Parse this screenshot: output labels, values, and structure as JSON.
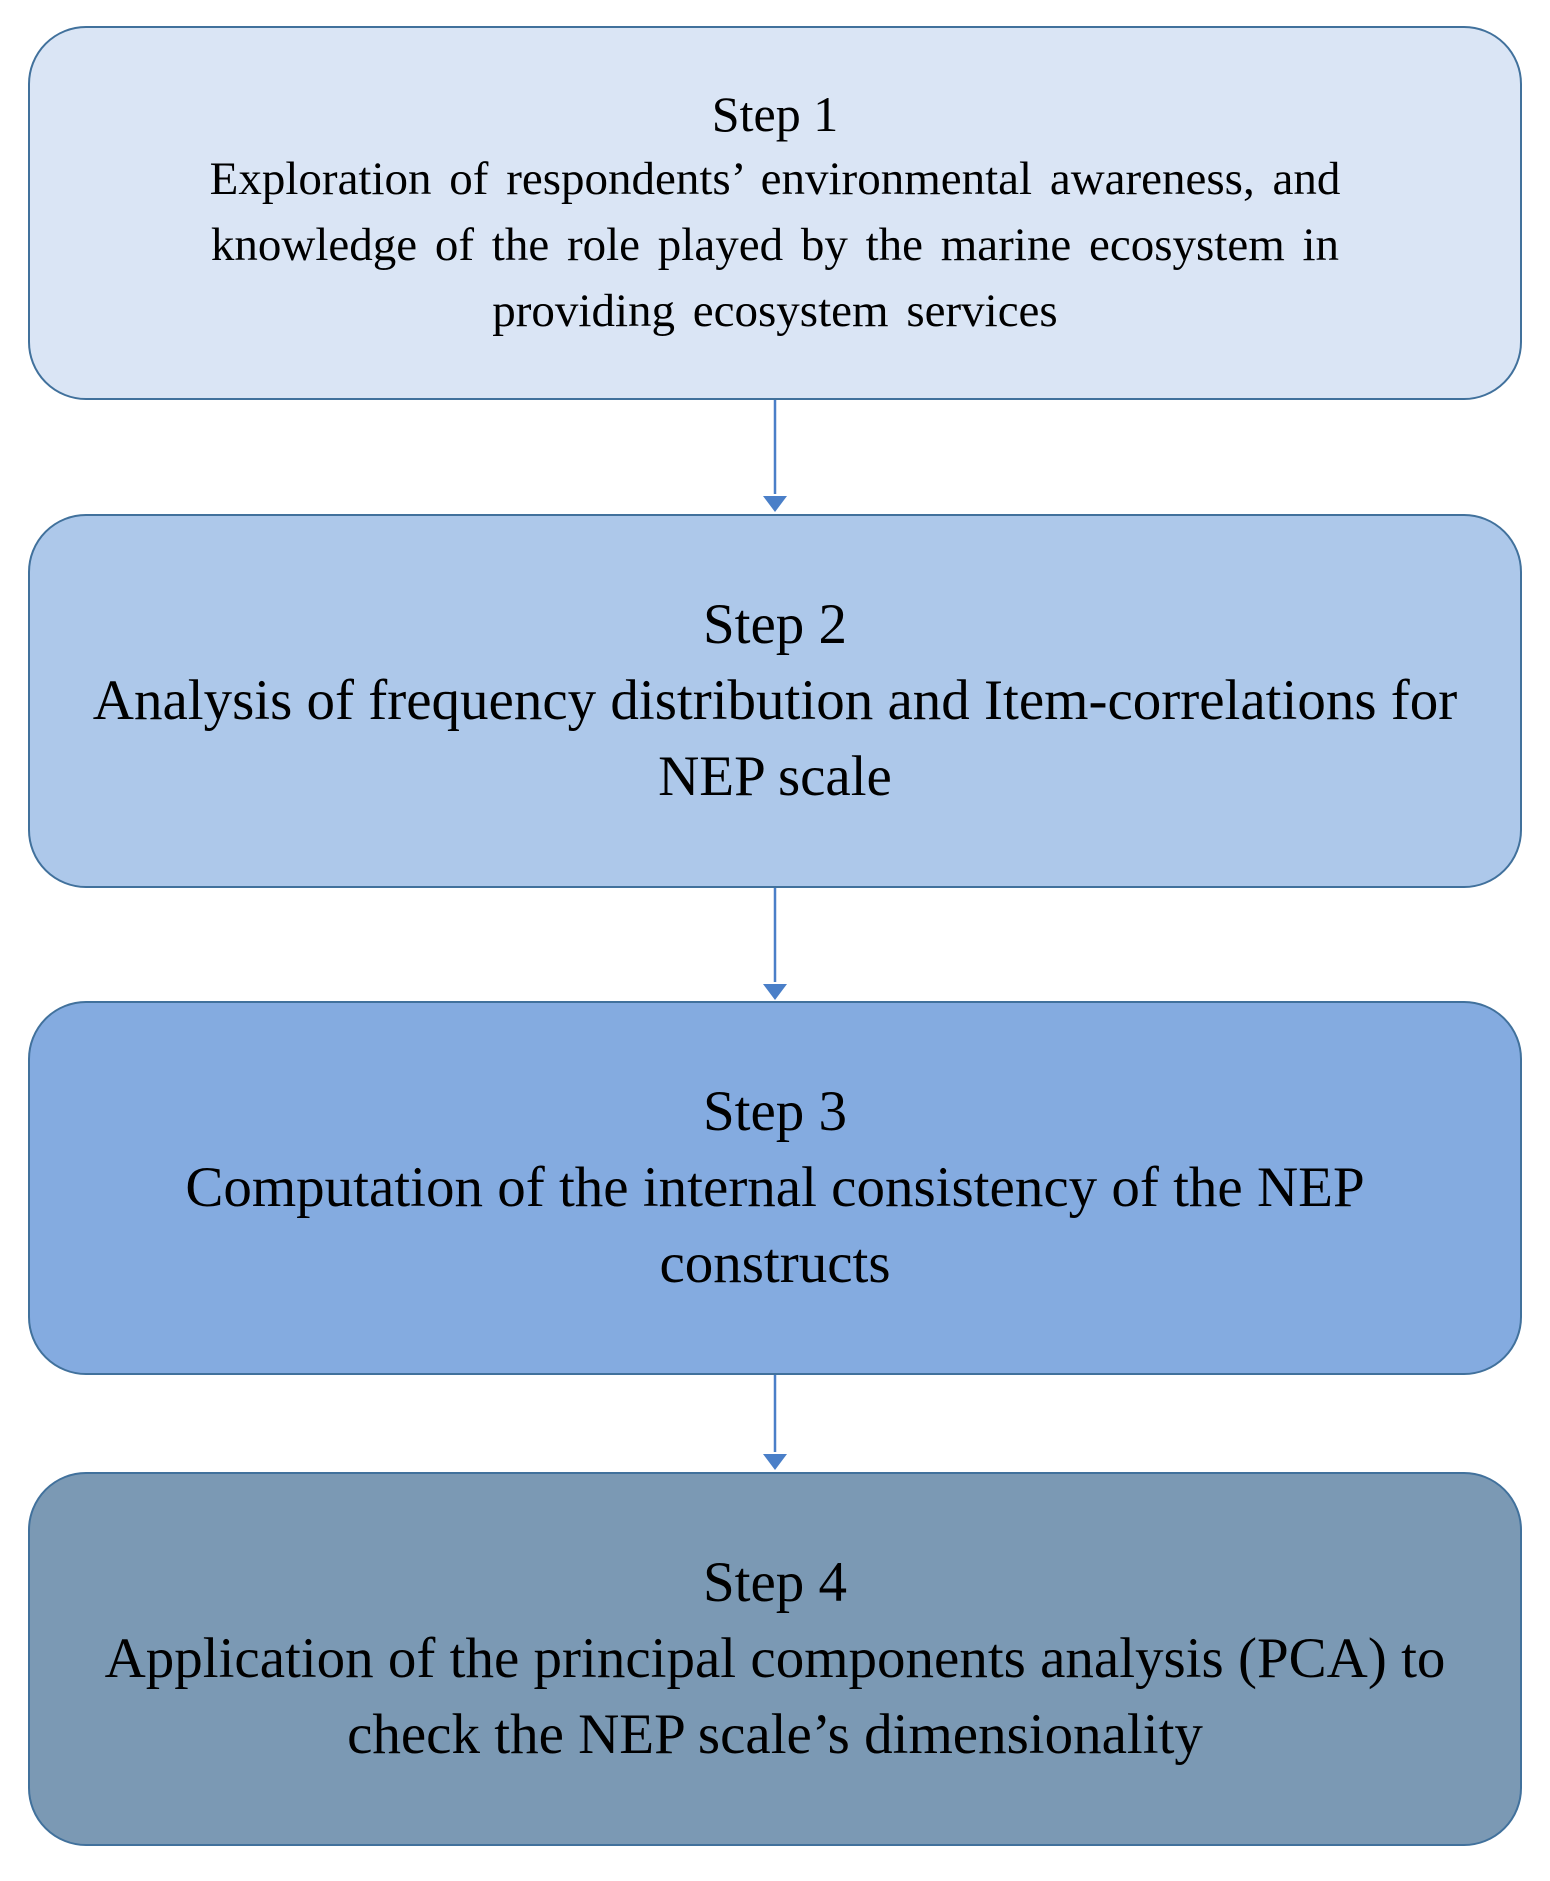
{
  "colors": {
    "box_border": "#41719c",
    "arrow": "#4a7fc8",
    "step1_fill": "#dae5f5",
    "step2_fill": "#adc8ea",
    "step3_fill": "#84abe0",
    "step4_fill": "#7b99b4"
  },
  "steps": [
    {
      "title": "Step 1",
      "description": "Exploration of respondents’ environmental awareness, and knowledge of the role played by the marine ecosystem in providing ecosystem services"
    },
    {
      "title": "Step 2",
      "description": "Analysis of frequency distribution and Item-correlations for NEP scale"
    },
    {
      "title": "Step 3",
      "description": "Computation of the internal consistency of the NEP constructs"
    },
    {
      "title": "Step 4",
      "description": "Application of the principal components analysis (PCA) to check the NEP scale’s dimensionality"
    }
  ]
}
